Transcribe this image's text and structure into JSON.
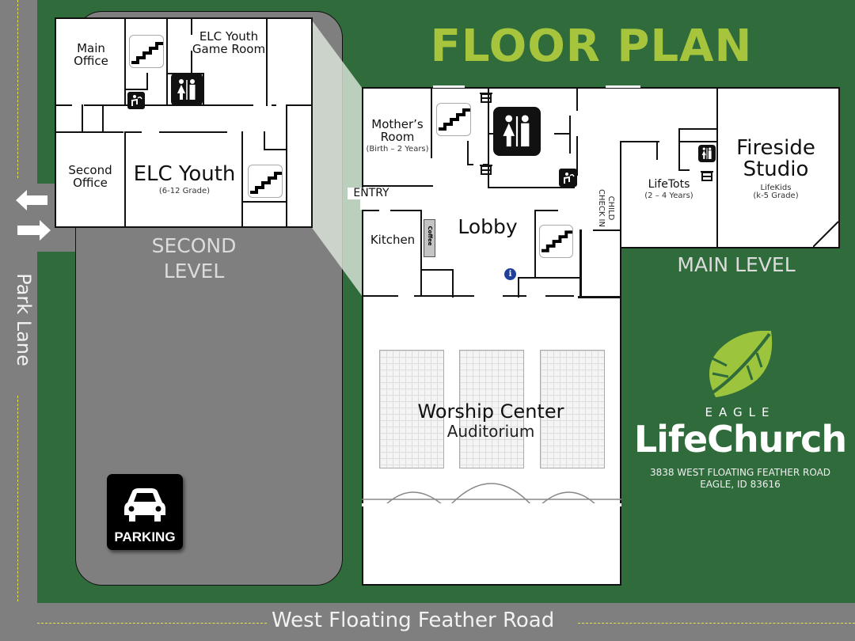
{
  "title": "FLOOR PLAN",
  "colors": {
    "grass": "#2f6b3b",
    "road": "#7f7f7f",
    "title_green": "#a6c43c",
    "leaf_green": "#9cc43c",
    "road_line": "#e8e24a",
    "level_label": "#e6e6e6"
  },
  "roads": {
    "left_street": "Park Lane",
    "bottom_street": "West Floating Feather Road"
  },
  "parking": {
    "label": "PARKING",
    "icon": "car-icon"
  },
  "second_level": {
    "label_line1": "SECOND",
    "label_line2": "LEVEL",
    "rooms": [
      {
        "name": "Main Office"
      },
      {
        "name": "ELC Youth Game Room"
      },
      {
        "name": "Second Office"
      },
      {
        "name": "ELC Youth",
        "sub": "(6-12 Grade)"
      }
    ],
    "icons": [
      "stairs-icon",
      "restroom-icon",
      "water-fountain-icon",
      "stairs-icon"
    ]
  },
  "main_level": {
    "label": "MAIN LEVEL",
    "rooms": [
      {
        "name": "Mother's Room",
        "line1": "Mother’s",
        "line2": "Room",
        "sub": "(Birth – 2 Years)"
      },
      {
        "name": "Kitchen"
      },
      {
        "name": "Coffee"
      },
      {
        "name": "Lobby"
      },
      {
        "name": "ENTRY"
      },
      {
        "name": "CHILD CHECK IN",
        "line1": "CHILD",
        "line2": "CHECK IN"
      },
      {
        "name": "LifeTots",
        "sub": "(2 – 4 Years)"
      },
      {
        "name": "Fireside Studio",
        "line1": "Fireside",
        "line2": "Studio",
        "sub1": "LifeKids",
        "sub2": "(k-5 Grade)"
      },
      {
        "name": "Worship Center",
        "sub": "Auditorium"
      }
    ],
    "icons": [
      "stairs-icon",
      "restroom-icon",
      "changing-table-icon",
      "changing-table-icon",
      "water-fountain-icon",
      "stairs-icon",
      "info-icon",
      "restroom-icon",
      "changing-table-icon"
    ]
  },
  "church": {
    "eagle": "EAGLE",
    "name": "LifeChurch",
    "address_line1": "3838 WEST FLOATING FEATHER ROAD",
    "address_line2": "EAGLE, ID 83616"
  },
  "entrance_arrows": [
    "arrow-left-icon",
    "arrow-right-icon"
  ]
}
